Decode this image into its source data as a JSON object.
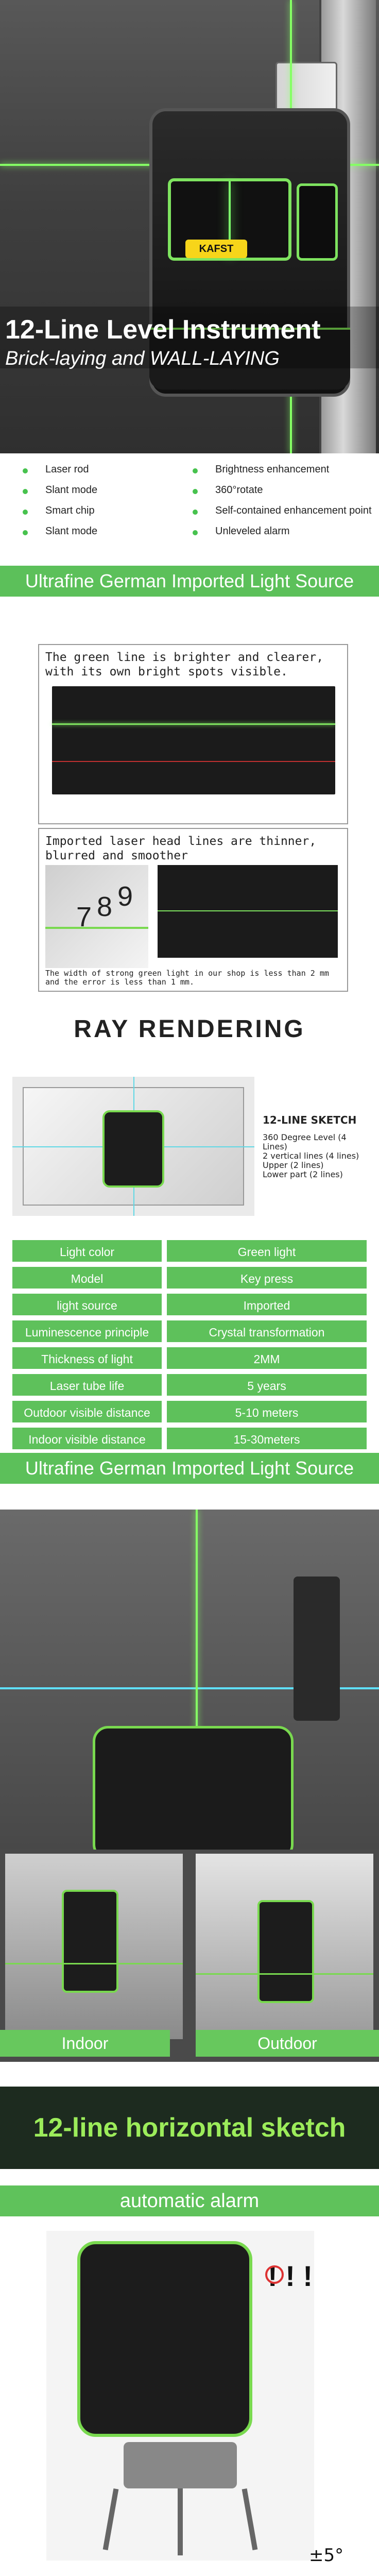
{
  "hero": {
    "title": "12-Line Level Instrument",
    "subtitle": "Brick-laying and WALL-LAYING",
    "brand": "KAFST"
  },
  "features": {
    "left": [
      "Laser rod",
      "Slant mode",
      "Smart chip",
      "Slant mode"
    ],
    "right": [
      "Brightness enhancement",
      "360°rotate",
      "Self-contained enhancement point",
      "Unleveled alarm"
    ]
  },
  "bands": {
    "light_source_1": "Ultrafine German Imported Light Source",
    "light_source_2": "Ultrafine German Imported Light Source"
  },
  "panels": {
    "panel1_text": "The green line is brighter and clearer, with its own bright spots visible.",
    "panel2_text": "Imported laser head lines are thinner, blurred and smoother",
    "panel2_caption": "The width of strong green light in our shop is less than 2 mm and the error is less than 1 mm.",
    "ruler_numbers": [
      "7",
      "8",
      "9"
    ]
  },
  "ray": {
    "title": "RAY RENDERING"
  },
  "sketch": {
    "title": "12-LINE SKETCH",
    "lines": [
      "360 Degree Level (4 Lines)",
      "2 vertical lines (4 lines)",
      "Upper (2 lines)",
      "Lower part (2 lines)"
    ]
  },
  "specs": [
    {
      "label": "Light color",
      "value": "Green light"
    },
    {
      "label": "Model",
      "value": "Key press"
    },
    {
      "label": "light source",
      "value": "Imported"
    },
    {
      "label": "Luminescence principle",
      "value": "Crystal transformation"
    },
    {
      "label": "Thickness of light",
      "value": "2MM"
    },
    {
      "label": "Laser tube life",
      "value": "5 years"
    },
    {
      "label": "Outdoor visible distance",
      "value": "5-10 meters"
    },
    {
      "label": "Indoor visible distance",
      "value": "15-30meters"
    }
  ],
  "photo_labels": {
    "indoor": "Indoor",
    "outdoor": "Outdoor"
  },
  "sketch_banner": "12-line horizontal sketch",
  "alarm": {
    "banner": "automatic alarm",
    "exclaim": "! ! !",
    "angle": "±5°"
  },
  "colors": {
    "accent_green": "#5cc05a",
    "laser_green": "#85ff64",
    "dark_bg": "#2f2f2f"
  }
}
